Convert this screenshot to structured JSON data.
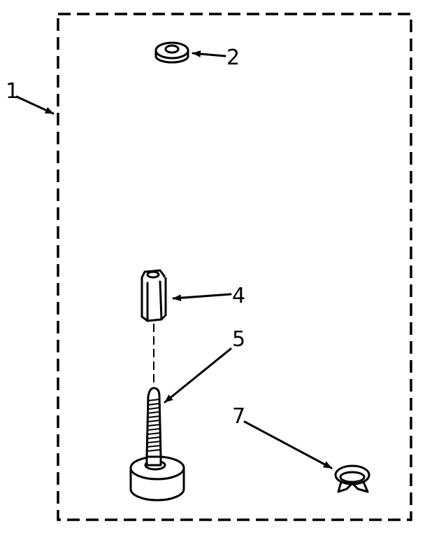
{
  "parts_diagram": {
    "callouts": [
      {
        "label": "1",
        "part": "kit-outline"
      },
      {
        "label": "2",
        "part": "washer"
      },
      {
        "label": "4",
        "part": "hex-nut-spacer"
      },
      {
        "label": "5",
        "part": "leveling-bolt"
      },
      {
        "label": "7",
        "part": "hose-clamp"
      }
    ]
  },
  "colors": {
    "ink": "#000000",
    "paper": "#ffffff"
  }
}
